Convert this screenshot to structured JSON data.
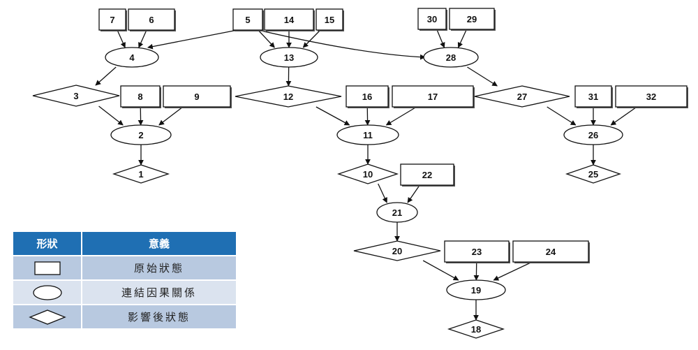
{
  "nodes": [
    {
      "id": "7",
      "label": "7",
      "shape": "rect"
    },
    {
      "id": "6",
      "label": "6",
      "shape": "rect"
    },
    {
      "id": "5",
      "label": "5",
      "shape": "rect"
    },
    {
      "id": "14",
      "label": "14",
      "shape": "rect"
    },
    {
      "id": "15",
      "label": "15",
      "shape": "rect"
    },
    {
      "id": "30",
      "label": "30",
      "shape": "rect"
    },
    {
      "id": "29",
      "label": "29",
      "shape": "rect"
    },
    {
      "id": "4",
      "label": "4",
      "shape": "ellipse"
    },
    {
      "id": "13",
      "label": "13",
      "shape": "ellipse"
    },
    {
      "id": "28",
      "label": "28",
      "shape": "ellipse"
    },
    {
      "id": "3",
      "label": "3",
      "shape": "diamond"
    },
    {
      "id": "8",
      "label": "8",
      "shape": "rect"
    },
    {
      "id": "9",
      "label": "9",
      "shape": "rect"
    },
    {
      "id": "12",
      "label": "12",
      "shape": "diamond"
    },
    {
      "id": "16",
      "label": "16",
      "shape": "rect"
    },
    {
      "id": "17",
      "label": "17",
      "shape": "rect"
    },
    {
      "id": "27",
      "label": "27",
      "shape": "diamond"
    },
    {
      "id": "31",
      "label": "31",
      "shape": "rect"
    },
    {
      "id": "32",
      "label": "32",
      "shape": "rect"
    },
    {
      "id": "2",
      "label": "2",
      "shape": "ellipse"
    },
    {
      "id": "11",
      "label": "11",
      "shape": "ellipse"
    },
    {
      "id": "26",
      "label": "26",
      "shape": "ellipse"
    },
    {
      "id": "1",
      "label": "1",
      "shape": "diamond"
    },
    {
      "id": "10",
      "label": "10",
      "shape": "diamond"
    },
    {
      "id": "22",
      "label": "22",
      "shape": "rect"
    },
    {
      "id": "25",
      "label": "25",
      "shape": "diamond"
    },
    {
      "id": "21",
      "label": "21",
      "shape": "ellipse"
    },
    {
      "id": "20",
      "label": "20",
      "shape": "diamond"
    },
    {
      "id": "23",
      "label": "23",
      "shape": "rect"
    },
    {
      "id": "24",
      "label": "24",
      "shape": "rect"
    },
    {
      "id": "19",
      "label": "19",
      "shape": "ellipse"
    },
    {
      "id": "18",
      "label": "18",
      "shape": "diamond"
    }
  ],
  "edges": [
    [
      "7",
      "4"
    ],
    [
      "6",
      "4"
    ],
    [
      "5",
      "4"
    ],
    [
      "4",
      "3"
    ],
    [
      "3",
      "2"
    ],
    [
      "8",
      "2"
    ],
    [
      "9",
      "2"
    ],
    [
      "2",
      "1"
    ],
    [
      "5",
      "13"
    ],
    [
      "14",
      "13"
    ],
    [
      "15",
      "13"
    ],
    [
      "5",
      "28"
    ],
    [
      "13",
      "12"
    ],
    [
      "12",
      "11"
    ],
    [
      "16",
      "11"
    ],
    [
      "17",
      "11"
    ],
    [
      "11",
      "10"
    ],
    [
      "10",
      "21"
    ],
    [
      "22",
      "21"
    ],
    [
      "21",
      "20"
    ],
    [
      "20",
      "19"
    ],
    [
      "23",
      "19"
    ],
    [
      "24",
      "19"
    ],
    [
      "19",
      "18"
    ],
    [
      "30",
      "28"
    ],
    [
      "29",
      "28"
    ],
    [
      "28",
      "27"
    ],
    [
      "27",
      "26"
    ],
    [
      "31",
      "26"
    ],
    [
      "32",
      "26"
    ],
    [
      "26",
      "25"
    ]
  ],
  "legend": {
    "header_shape": "形狀",
    "header_meaning": "意義",
    "rows": [
      {
        "shape": "rect",
        "meaning": "原始狀態"
      },
      {
        "shape": "ellipse",
        "meaning": "連結因果關係"
      },
      {
        "shape": "diamond",
        "meaning": "影響後狀態"
      }
    ]
  },
  "colors": {
    "legend_header": "#1f6fb3",
    "legend_row_odd": "#b8c9e0",
    "legend_row_even": "#dbe3ef",
    "stroke": "#111111"
  }
}
